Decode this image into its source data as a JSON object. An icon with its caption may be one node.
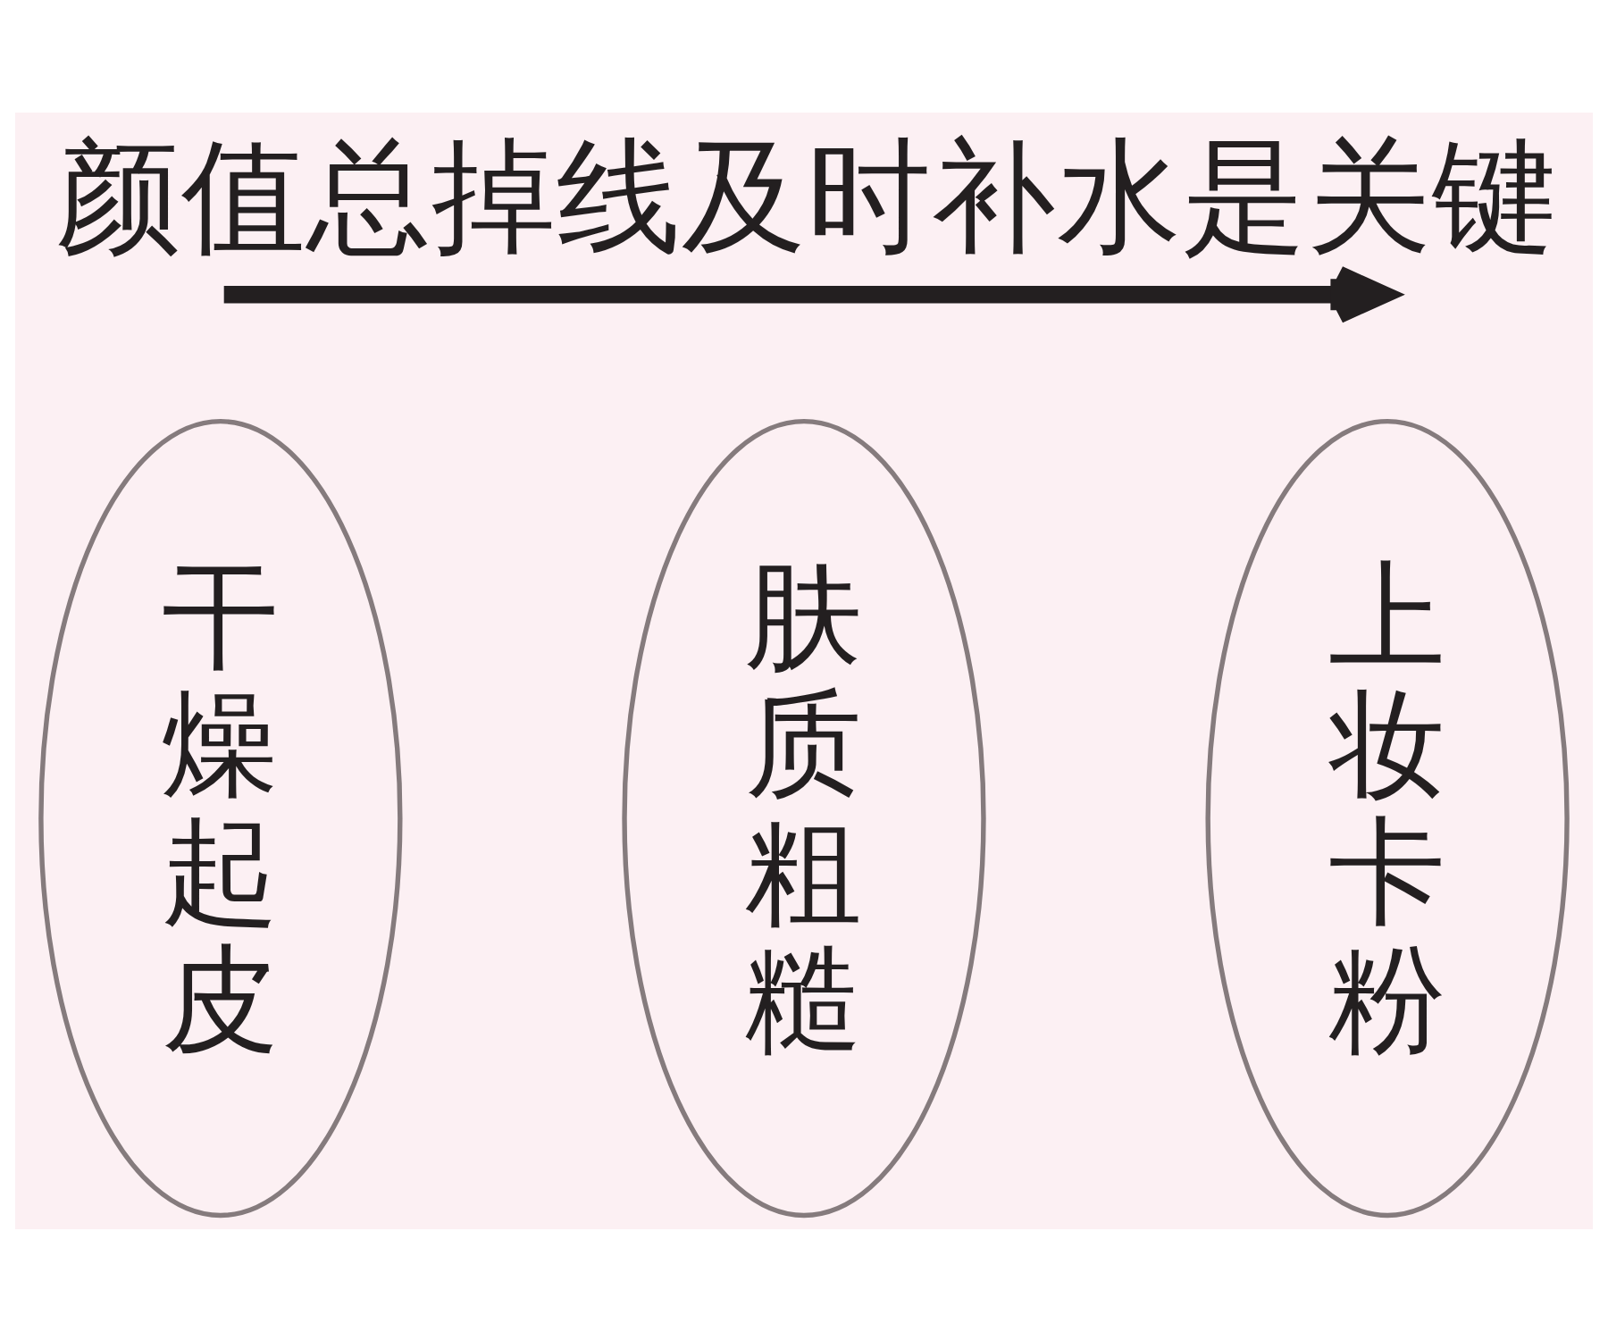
{
  "diagram": {
    "title": "颜值总掉线及时补水是关键",
    "nodes": [
      {
        "text": [
          "干燥起皮"
        ]
      },
      {
        "text": [
          "肤质粗糙"
        ]
      },
      {
        "text": [
          "上妆卡粉"
        ]
      }
    ]
  }
}
